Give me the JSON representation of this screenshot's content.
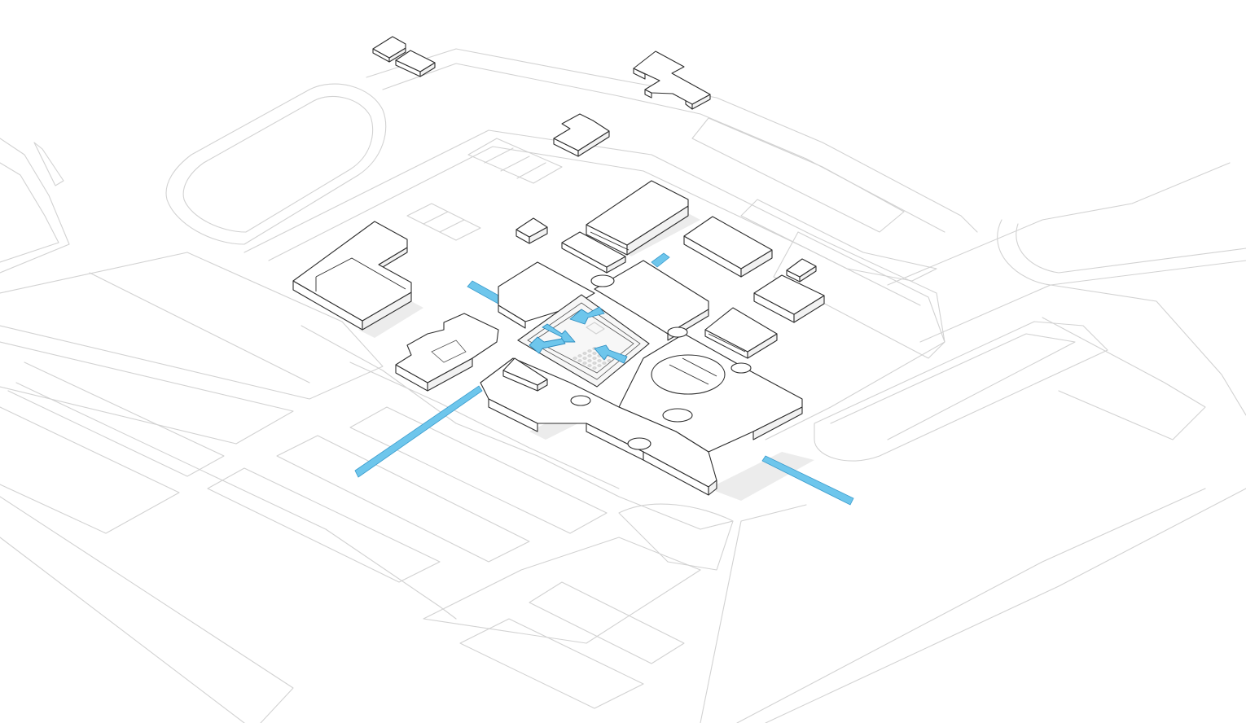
{
  "diagram": {
    "colors": {
      "circulation": "#6ec6ec",
      "building_outline": "#2e2e2e",
      "site_lines": "#d2d2d2",
      "background": "#ffffff"
    },
    "features": {
      "circulation_axes": 4,
      "courtyard_arrows": 4,
      "courtyard_seating_dots": 25
    }
  }
}
